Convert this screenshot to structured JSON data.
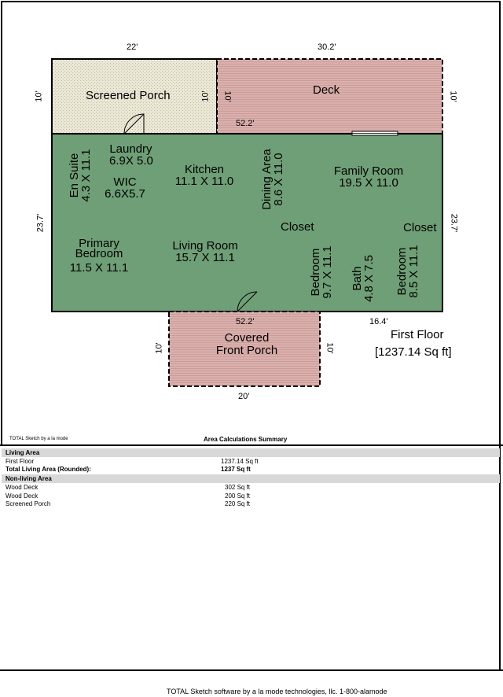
{
  "areas": {
    "screened_porch": {
      "name": "Screened Porch",
      "top_width": "22'",
      "left_height": "10'",
      "right_height": "10'"
    },
    "deck": {
      "name": "Deck",
      "top_width": "30.2'",
      "left_height": "10'",
      "right_height": "10'",
      "bottom_width": "52.2'"
    },
    "first_floor": {
      "left_height": "23.7'",
      "right_height": "23.7'",
      "bottom_width": "52.2'",
      "right_bottom_width": "16.4'"
    },
    "covered_front_porch": {
      "name_line1": "Covered",
      "name_line2": "Front Porch",
      "left_height": "10'",
      "right_height": "10'",
      "bottom_width": "20'"
    }
  },
  "rooms": {
    "en_suite": {
      "name": "En Suite",
      "size": "4.3 X 11.1"
    },
    "laundry": {
      "name": "Laundry",
      "size": "6.9X 5.0"
    },
    "wic": {
      "name": "WIC",
      "size": "6.6X5.7"
    },
    "kitchen": {
      "name": "Kitchen",
      "size": "11.1 X 11.0"
    },
    "dining": {
      "name": "Dining Area",
      "size": "8.6 X 11.0"
    },
    "family": {
      "name": "Family Room",
      "size": "19.5 X 11.0"
    },
    "closet1": {
      "name": "Closet"
    },
    "closet2": {
      "name": "Closet"
    },
    "primary": {
      "name_line1": "Primary",
      "name_line2": "Bedroom",
      "size": "11.5 X 11.1"
    },
    "living": {
      "name": "Living Room",
      "size": "15.7 X 11.1"
    },
    "bedroom1": {
      "name": "Bedroom",
      "size": "9.7 X 11.1"
    },
    "bath": {
      "name": "Bath",
      "size": "4.8 X 7.5"
    },
    "bedroom2": {
      "name": "Bedroom",
      "size": "8.5 X 11.1"
    }
  },
  "floor_label": {
    "name": "First Floor",
    "area": "[1237.14 Sq ft]"
  },
  "summary": {
    "credit_small": "TOTAL Sketch by a la mode",
    "title": "Area Calculations Summary",
    "living_header": "Living Area",
    "living_rows": [
      {
        "label": "First Floor",
        "value": "1237.14 Sq ft"
      },
      {
        "label": "Total Living Area (Rounded):",
        "value": "1237 Sq ft"
      }
    ],
    "nonliving_header": "Non-living Area",
    "nonliving_rows": [
      {
        "label": "Wood Deck",
        "value": "302 Sq ft"
      },
      {
        "label": "Wood Deck",
        "value": "200 Sq ft"
      },
      {
        "label": "Screened Porch",
        "value": "220 Sq ft"
      }
    ]
  },
  "footer": "TOTAL Sketch software by a la mode technologies, llc. 1-800-alamode",
  "colors": {
    "floor": "#6f9f76",
    "deck": "#dab0ad",
    "porch": "#ece8d6",
    "line": "#000000"
  }
}
